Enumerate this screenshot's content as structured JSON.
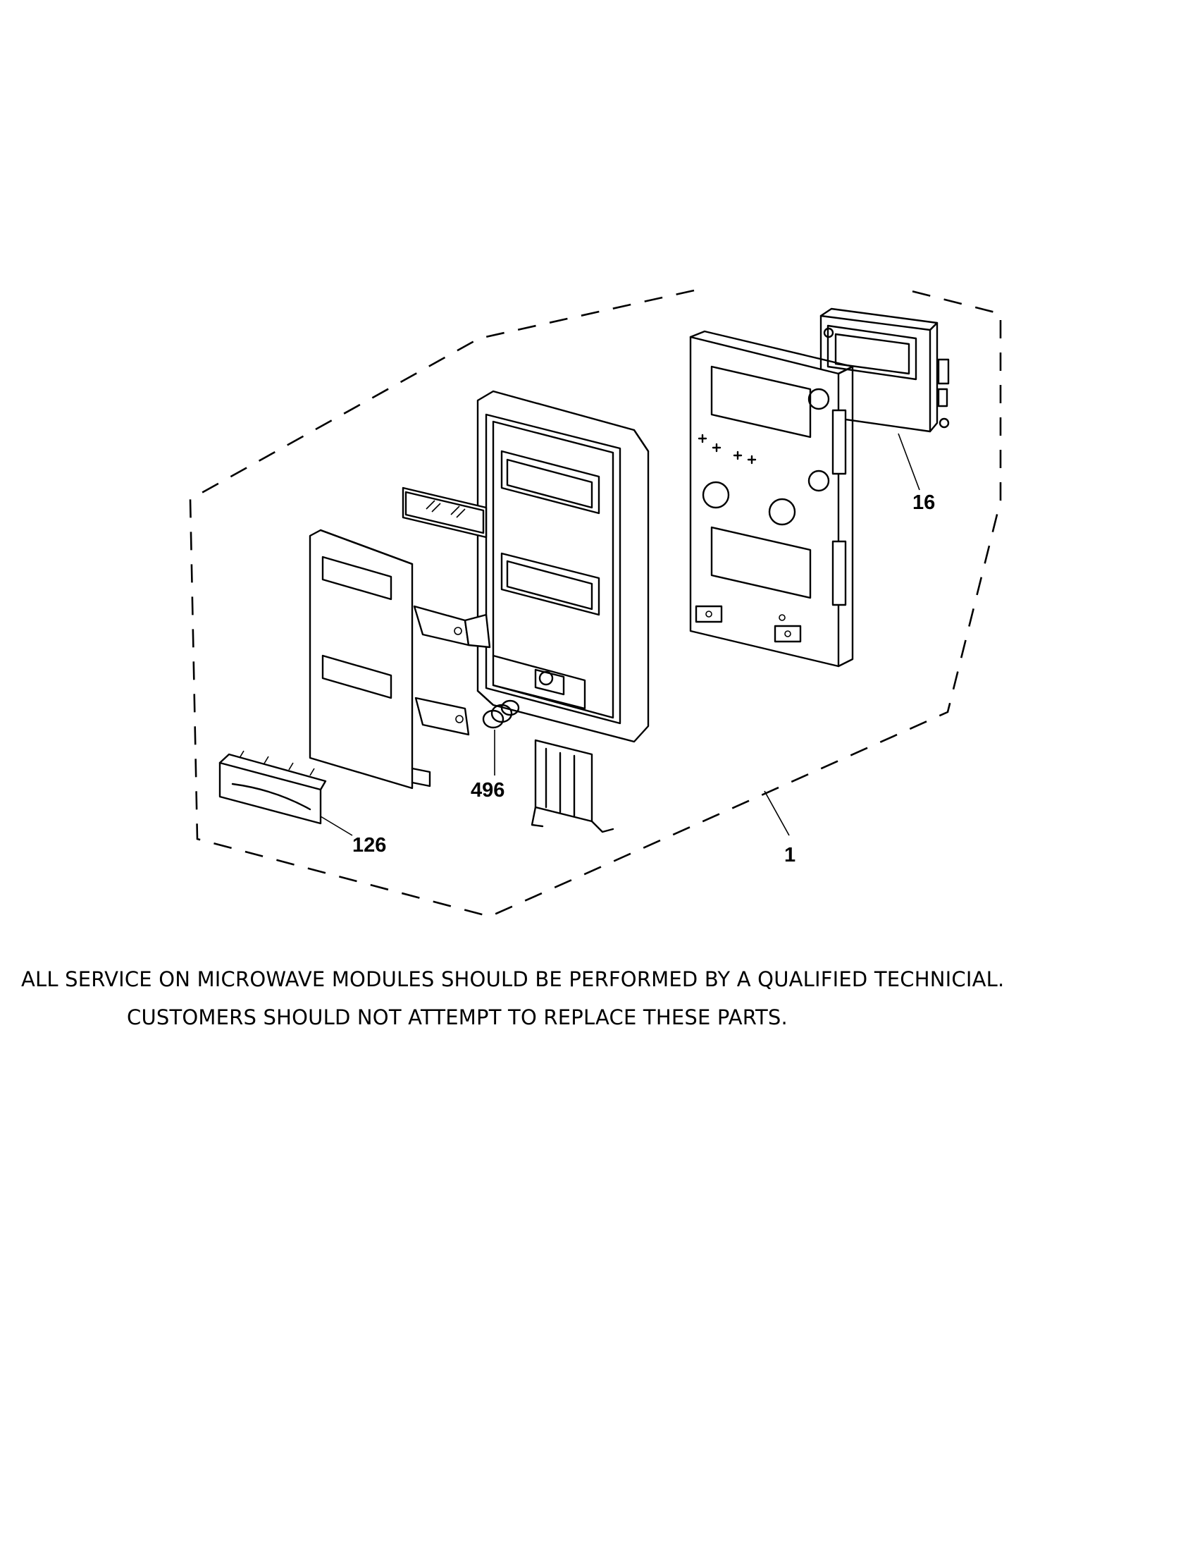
{
  "diagram": {
    "callouts": {
      "c1": "1",
      "c16": "16",
      "c126": "126",
      "c496": "496"
    }
  },
  "notice": {
    "line1": "ALL SERVICE ON MICROWAVE MODULES SHOULD BE PERFORMED BY A QUALIFIED TECHNICIAL.",
    "line2": "CUSTOMERS SHOULD NOT ATTEMPT TO REPLACE THESE PARTS."
  }
}
